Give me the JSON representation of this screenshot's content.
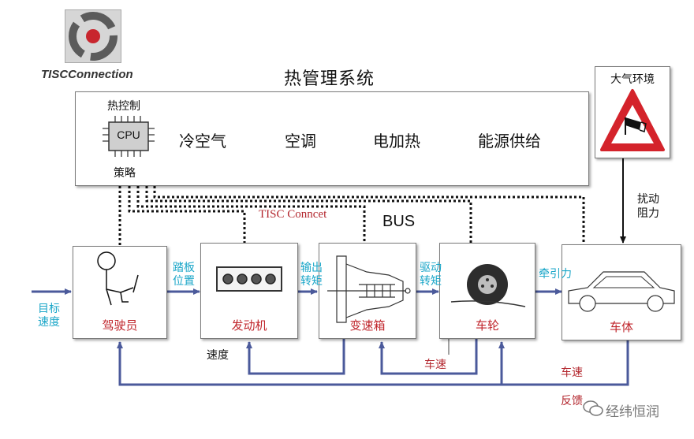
{
  "logo": {
    "text": "TISCConnection"
  },
  "thermal": {
    "title": "热管理系统",
    "cpu_top": "热控制",
    "cpu": "CPU",
    "cpu_bottom": "策略",
    "items": [
      "冷空气",
      "空调",
      "电加热",
      "能源供给"
    ]
  },
  "environment": {
    "title": "大气环境",
    "disturb": "扰动\n阻力"
  },
  "bus": {
    "label": "BUS",
    "tisc_label": "TISC Conncet"
  },
  "components": {
    "driver": "驾驶员",
    "engine": "发动机",
    "gearbox": "变速箱",
    "wheel": "车轮",
    "body": "车体"
  },
  "signals": {
    "target_speed": "目标\n速度",
    "pedal": "踏板\n位置",
    "output_torque": "输出\n转矩",
    "drive_torque": "驱动\n转矩",
    "traction": "牵引力",
    "speed": "速度",
    "wheel_speed": "车速",
    "body_speed": "车速",
    "feedback": "反馈"
  },
  "watermark": "经纬恒润",
  "colors": {
    "arrow": "#4b5a9b",
    "red": "#b3272e",
    "blue": "#1aa6c8",
    "warning_red": "#d4232b"
  }
}
